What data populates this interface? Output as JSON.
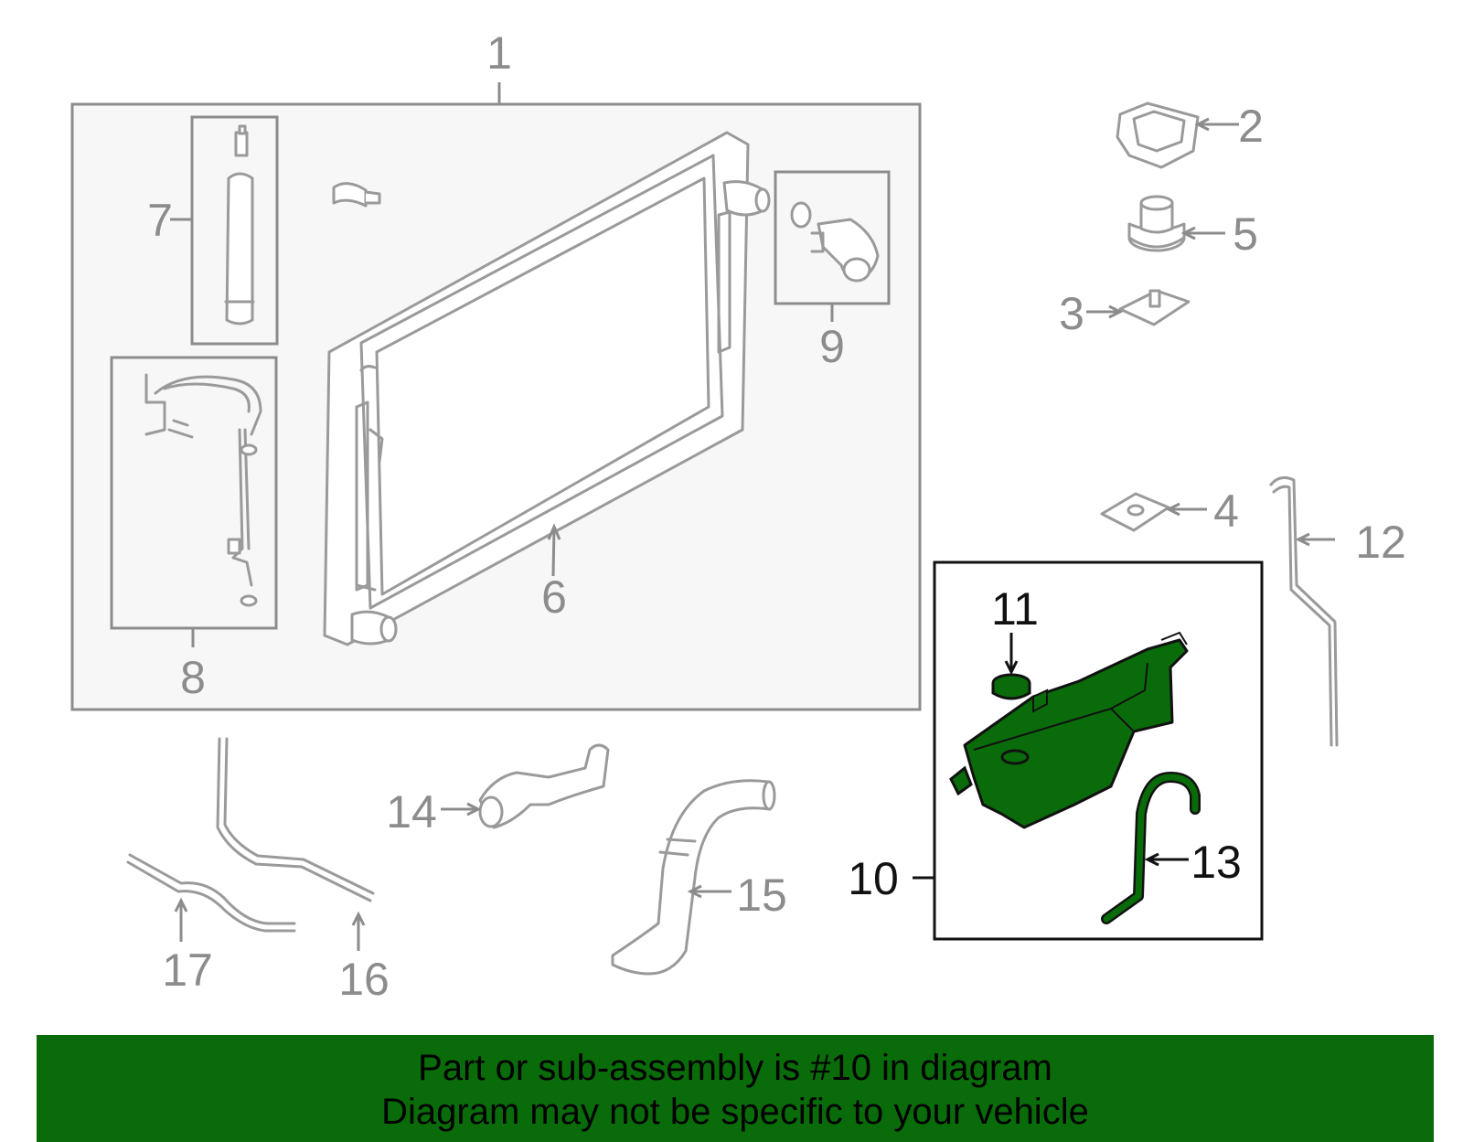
{
  "diagram": {
    "callouts": [
      {
        "id": "1",
        "label": "1"
      },
      {
        "id": "2",
        "label": "2"
      },
      {
        "id": "3",
        "label": "3"
      },
      {
        "id": "4",
        "label": "4"
      },
      {
        "id": "5",
        "label": "5"
      },
      {
        "id": "6",
        "label": "6"
      },
      {
        "id": "7",
        "label": "7"
      },
      {
        "id": "8",
        "label": "8"
      },
      {
        "id": "9",
        "label": "9"
      },
      {
        "id": "10",
        "label": "10"
      },
      {
        "id": "11",
        "label": "11"
      },
      {
        "id": "12",
        "label": "12"
      },
      {
        "id": "13",
        "label": "13"
      },
      {
        "id": "14",
        "label": "14"
      },
      {
        "id": "15",
        "label": "15"
      },
      {
        "id": "16",
        "label": "16"
      },
      {
        "id": "17",
        "label": "17"
      }
    ],
    "highlight_color": "#0a6b0a",
    "part_color": "#9a9a9a"
  },
  "banner": {
    "line1": "Part or sub-assembly is #10 in diagram",
    "line2": "Diagram may not be specific to your vehicle"
  }
}
